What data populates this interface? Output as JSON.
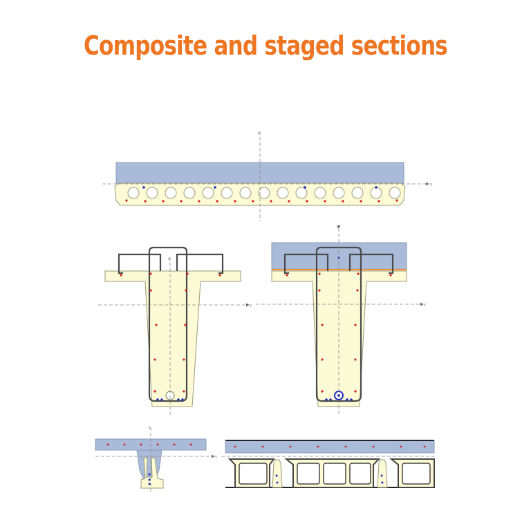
{
  "title": "Composite and staged sections",
  "colors": {
    "title": "#ee7623",
    "precast": "#fcfbd5",
    "topping": "#a9bbd9",
    "outline": "#7a7a6a",
    "rebar": "#4a4a4a",
    "strand_red": "#d02020",
    "strand_blue": "#2030c0",
    "joint": "#f08a30"
  },
  "axes": {
    "z": "z",
    "y": "y"
  }
}
